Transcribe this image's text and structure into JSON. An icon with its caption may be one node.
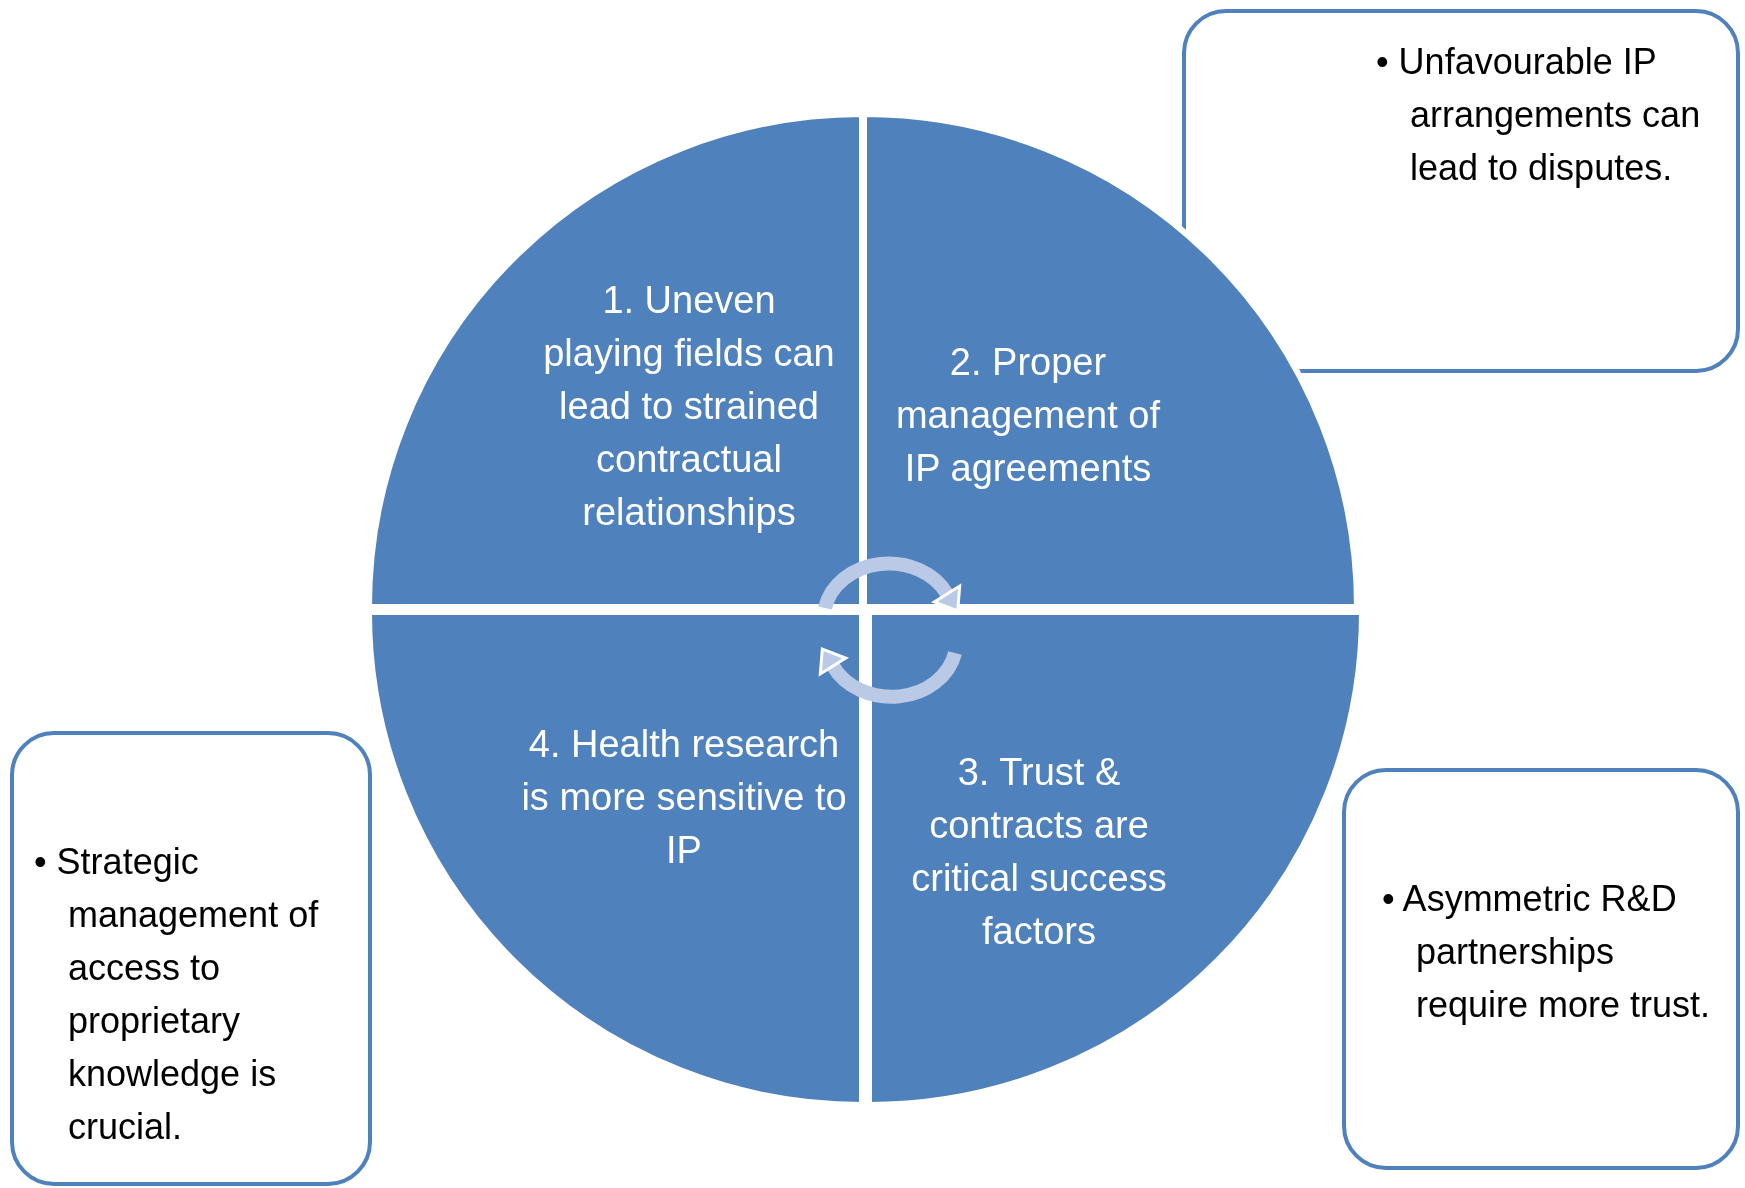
{
  "diagram": {
    "nodes": [
      {
        "text": [
          "1. Uneven playing fields can lead to strained contractual relationships"
        ]
      },
      {
        "text": [
          "2. Proper management of IP agreements"
        ]
      },
      {
        "text": [
          "3. Trust & contracts are critical success factors"
        ]
      },
      {
        "text": [
          "4. Health research is more sensitive to IP"
        ]
      },
      {
        "text": [
          "• Unfavourable IP arrangements can lead to disputes."
        ]
      },
      {
        "text": [
          "• Asymmetric R&D partnerships require more trust."
        ]
      },
      {
        "text": [
          "• Strategic management of access to proprietary knowledge is crucial."
        ]
      }
    ],
    "edges": [
      {
        "from": 0,
        "to": 1,
        "arrow": "to"
      },
      {
        "from": 2,
        "to": 3,
        "arrow": "to"
      }
    ]
  }
}
